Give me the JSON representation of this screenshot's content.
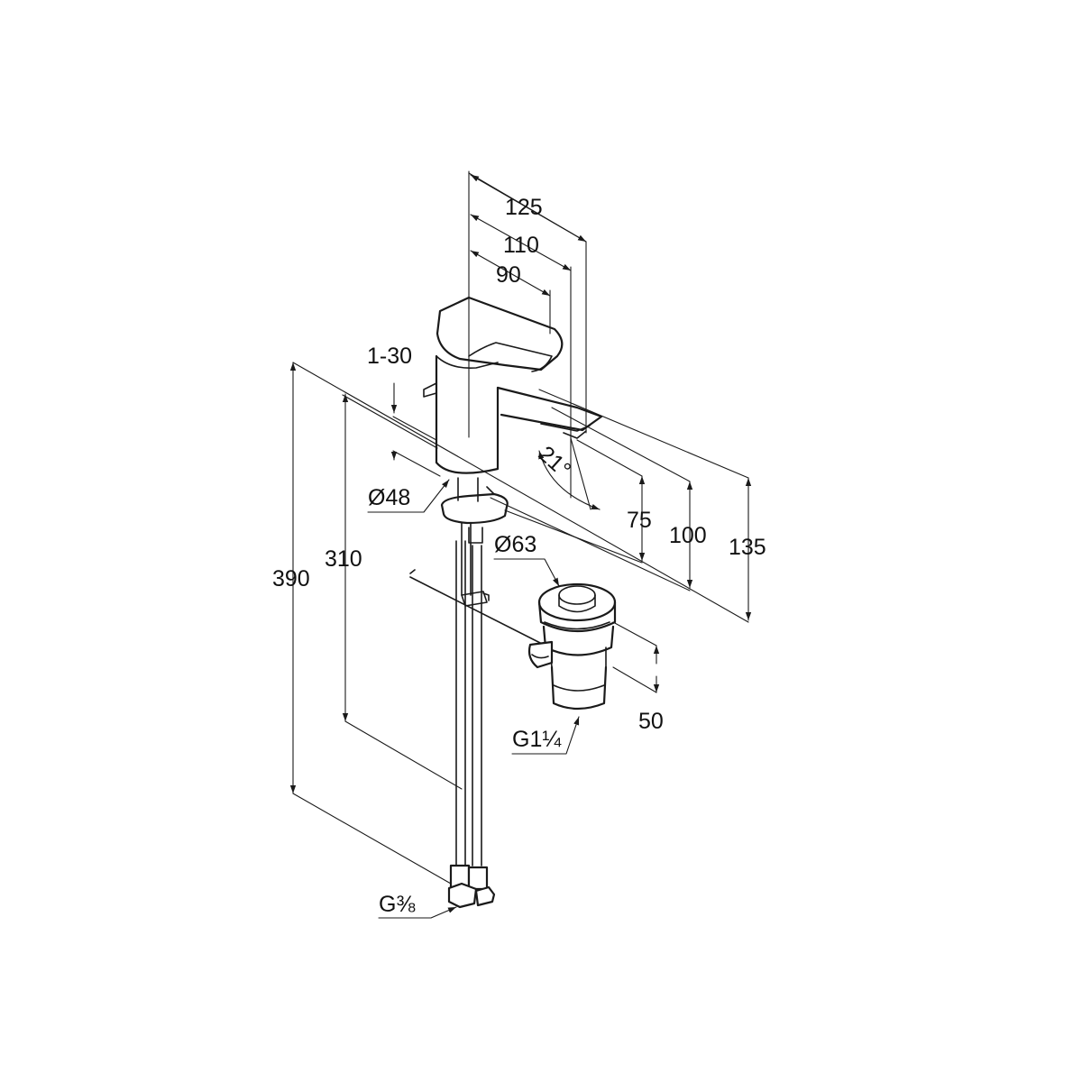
{
  "diagram": {
    "dimensions": {
      "d125": "125",
      "d110": "110",
      "d90": "90",
      "d1_30": "1-30",
      "d21": "21°",
      "d48": "Ø48",
      "d63": "Ø63",
      "d75": "75",
      "d100": "100",
      "d135": "135",
      "d390": "390",
      "d310": "310",
      "d50": "50",
      "g114": "G1¼",
      "g38": "G⅜"
    }
  }
}
